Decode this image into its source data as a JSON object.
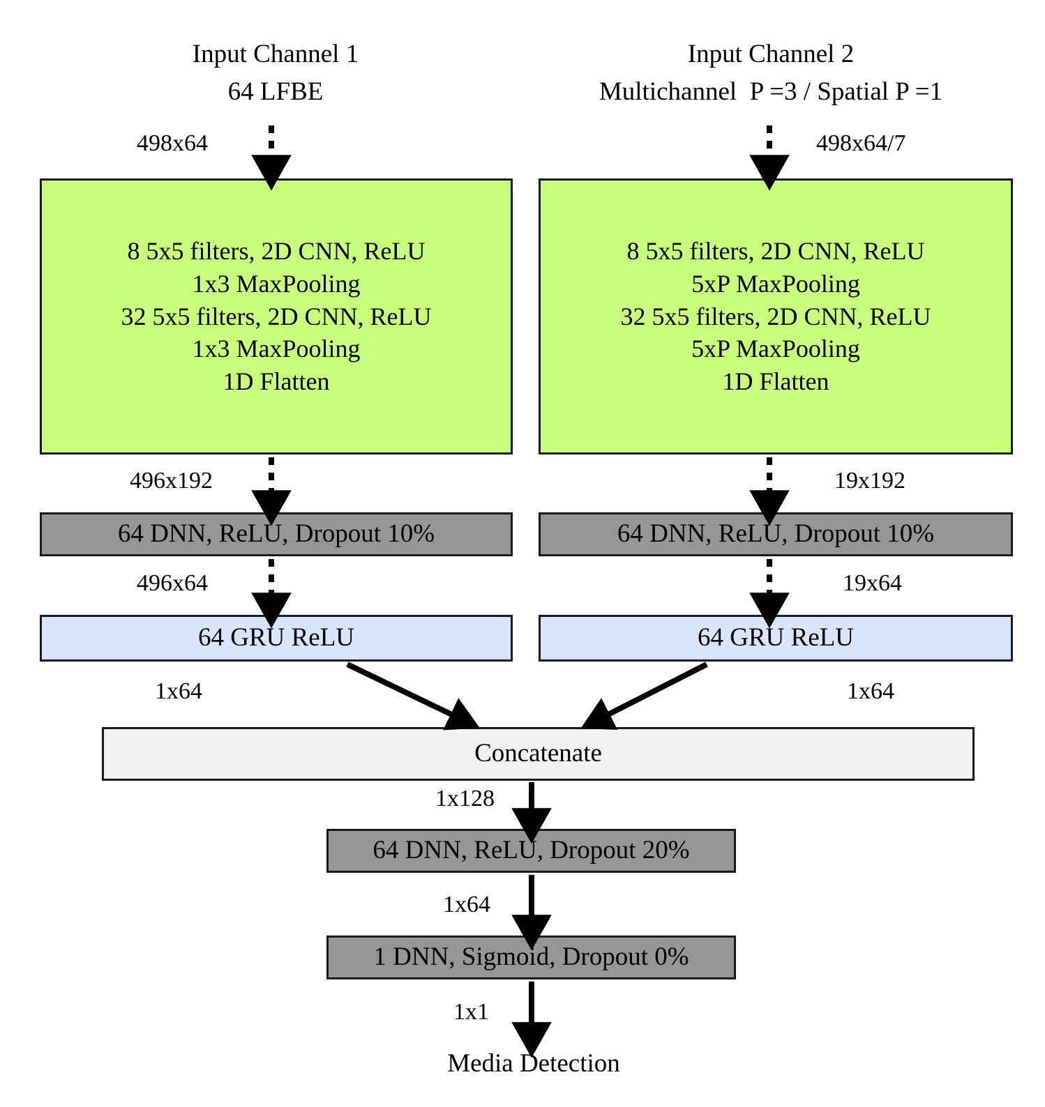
{
  "diagram": {
    "title_alt": "Dual-channel CNN-GRU media detection network",
    "colors": {
      "cnn_block": "#c7fe7c",
      "dnn_block": "#969696",
      "gru_block": "#d9e5fb",
      "concat_block": "#f2f2f2",
      "stroke": "#1a1a1a",
      "background": "#ffffff"
    },
    "left_branch": {
      "header_line1": "Input Channel 1",
      "header_line2": "64 LFBE",
      "input_dim": "498x64",
      "cnn_block_lines": [
        "8 5x5 filters, 2D CNN, ReLU",
        "1x3 MaxPooling",
        "32 5x5 filters, 2D CNN, ReLU",
        "1x3 MaxPooling",
        "1D Flatten"
      ],
      "dim_after_cnn": "496x192",
      "dnn_label": "64 DNN, ReLU, Dropout 10%",
      "dim_after_dnn": "496x64",
      "gru_label": "64 GRU ReLU",
      "dim_after_gru": "1x64"
    },
    "right_branch": {
      "header_line1": "Input Channel 2",
      "header_line2": "Multichannel  P =3 / Spatial P =1",
      "input_dim": "498x64/7",
      "cnn_block_lines": [
        "8 5x5 filters, 2D CNN, ReLU",
        "5xP MaxPooling",
        "32 5x5 filters, 2D CNN, ReLU",
        "5xP MaxPooling",
        "1D Flatten"
      ],
      "dim_after_cnn": "19x192",
      "dnn_label": "64 DNN, ReLU, Dropout 10%",
      "dim_after_dnn": "19x64",
      "gru_label": "64 GRU ReLU",
      "dim_after_gru": "1x64"
    },
    "merge": {
      "concat_label": "Concatenate",
      "dim_after_concat": "1x128",
      "dense_label": "64 DNN, ReLU, Dropout 20%",
      "dim_after_dense": "1x64",
      "output_label": "1 DNN, Sigmoid, Dropout 0%",
      "dim_after_output": "1x1",
      "final_label": "Media Detection"
    }
  }
}
